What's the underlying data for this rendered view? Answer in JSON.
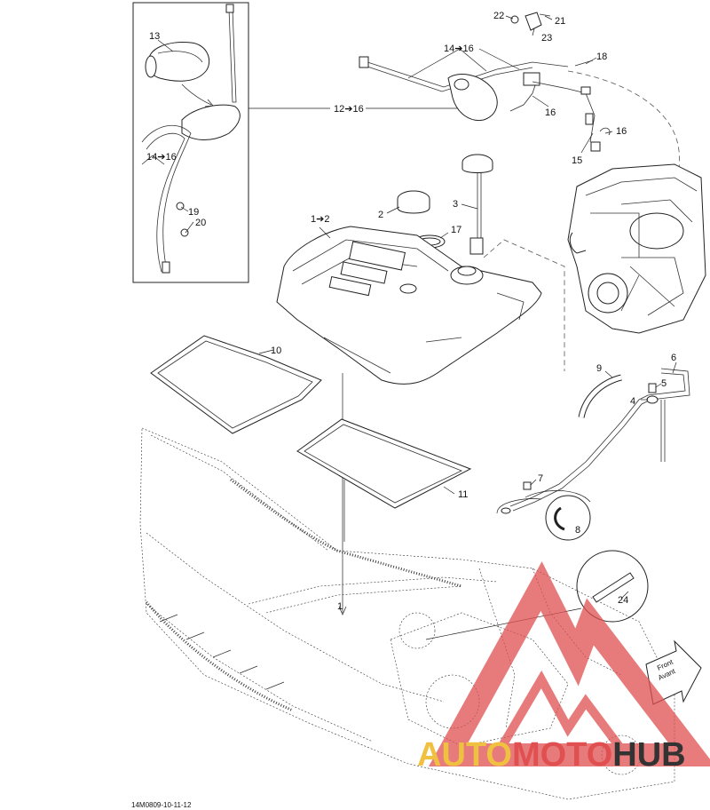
{
  "diagram": {
    "callouts": {
      "c1": "1",
      "c1to2": "1➔2",
      "c2": "2",
      "c3": "3",
      "c4": "4",
      "c5": "5",
      "c6": "6",
      "c7": "7",
      "c8": "8",
      "c9": "9",
      "c10": "10",
      "c11": "11",
      "c12to16": "12➔16",
      "c13": "13",
      "c14to16a": "14➔16",
      "c14to16b": "14➔16",
      "c15": "15",
      "c16a": "16",
      "c16b": "16",
      "c17": "17",
      "c18": "18",
      "c19": "19",
      "c20": "20",
      "c21": "21",
      "c22": "22",
      "c23": "23",
      "c24": "24"
    },
    "front_arrow": {
      "line1": "Front",
      "line2": "Avant"
    },
    "reference_code": "14M0809-10-11-12"
  },
  "watermark": {
    "text_part1": "AUTO",
    "text_part2": "MOTO",
    "text_part3": "HUB",
    "color_primary": "#e05050",
    "color_secondary": "#f0c040",
    "color_dark": "#333333"
  }
}
